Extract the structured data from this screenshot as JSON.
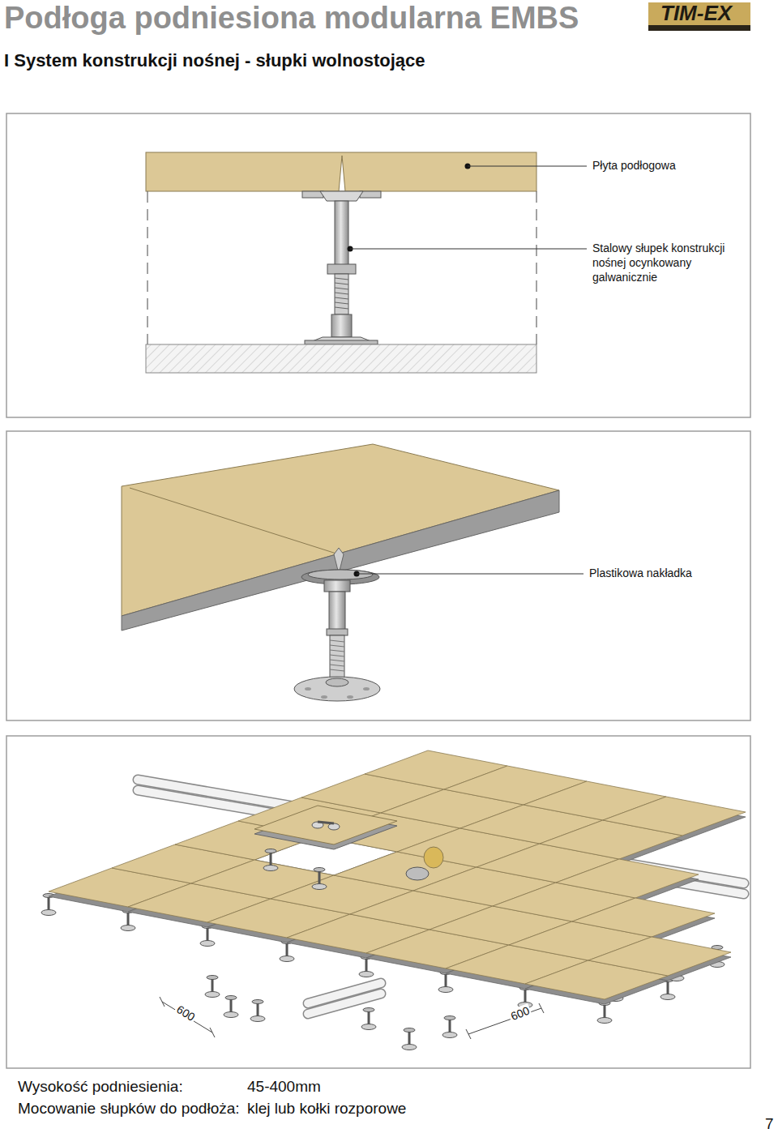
{
  "diagram": {
    "title": "Podłoga podniesiona modularna EMBS",
    "labels": [
      "I System konstrukcji nośnej - słupki wolnostojące",
      "TIM-EX",
      "Płyta podłogowa",
      "Stalowy słupek konstrukcji nośnej ocynkowany galwanicznie",
      "Plastikowa nakładka",
      "600",
      "600",
      "Wysokość podniesienia:",
      "45-400mm",
      "Mocowanie słupków do podłoża:",
      "klej lub kołki rozporowe",
      "7"
    ]
  }
}
